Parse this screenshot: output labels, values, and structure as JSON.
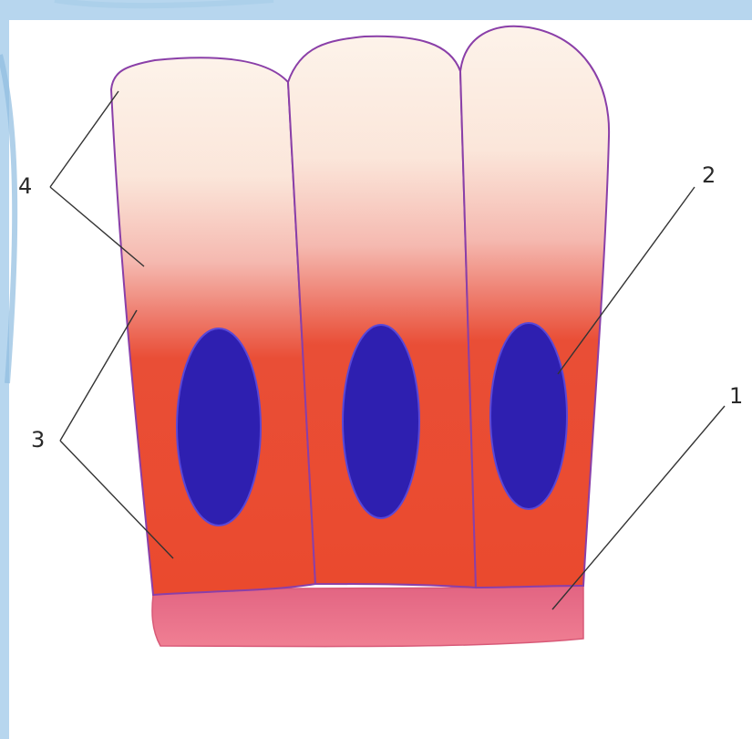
{
  "labels": {
    "basement_membrane": "1",
    "nucleus": "2",
    "basal_cytoplasm": "3",
    "apical_cytoplasm": "4"
  },
  "colors": {
    "background": "#ffffff",
    "frame": "#b7d6ee",
    "cell_outline": "#8a3fa8",
    "nucleus": "#2e1fb0",
    "basal_cytoplasm": "#e8402a",
    "apical_cytoplasm": "#fbe9de",
    "basement_membrane": "#e0607a",
    "leader_line": "#333333"
  }
}
